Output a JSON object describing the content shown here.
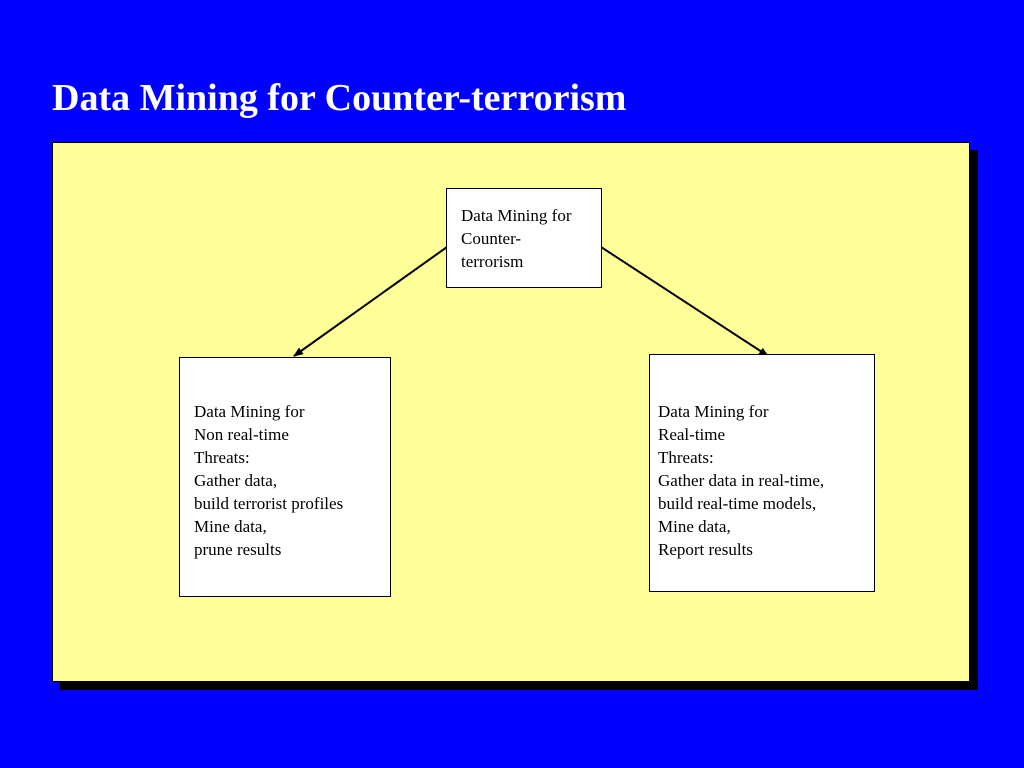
{
  "slide": {
    "title": "Data Mining for Counter-terrorism",
    "background_color": "#0000ff",
    "panel_color": "#ffff99",
    "title_color": "#ffffff"
  },
  "diagram": {
    "root": {
      "lines": [
        "Data Mining for",
        "Counter-",
        "terrorism"
      ]
    },
    "children": [
      {
        "lines": [
          "Data Mining for",
          "Non real-time",
          "Threats:",
          "Gather data,",
          "build terrorist profiles",
          "Mine data,",
          "prune results"
        ]
      },
      {
        "lines": [
          "Data Mining for",
          "Real-time",
          "Threats:",
          "Gather data in real-time,",
          "build real-time models,",
          "Mine data,",
          "Report results"
        ]
      }
    ],
    "edges": [
      {
        "from": "root",
        "to": "children.0"
      },
      {
        "from": "root",
        "to": "children.1"
      }
    ]
  }
}
